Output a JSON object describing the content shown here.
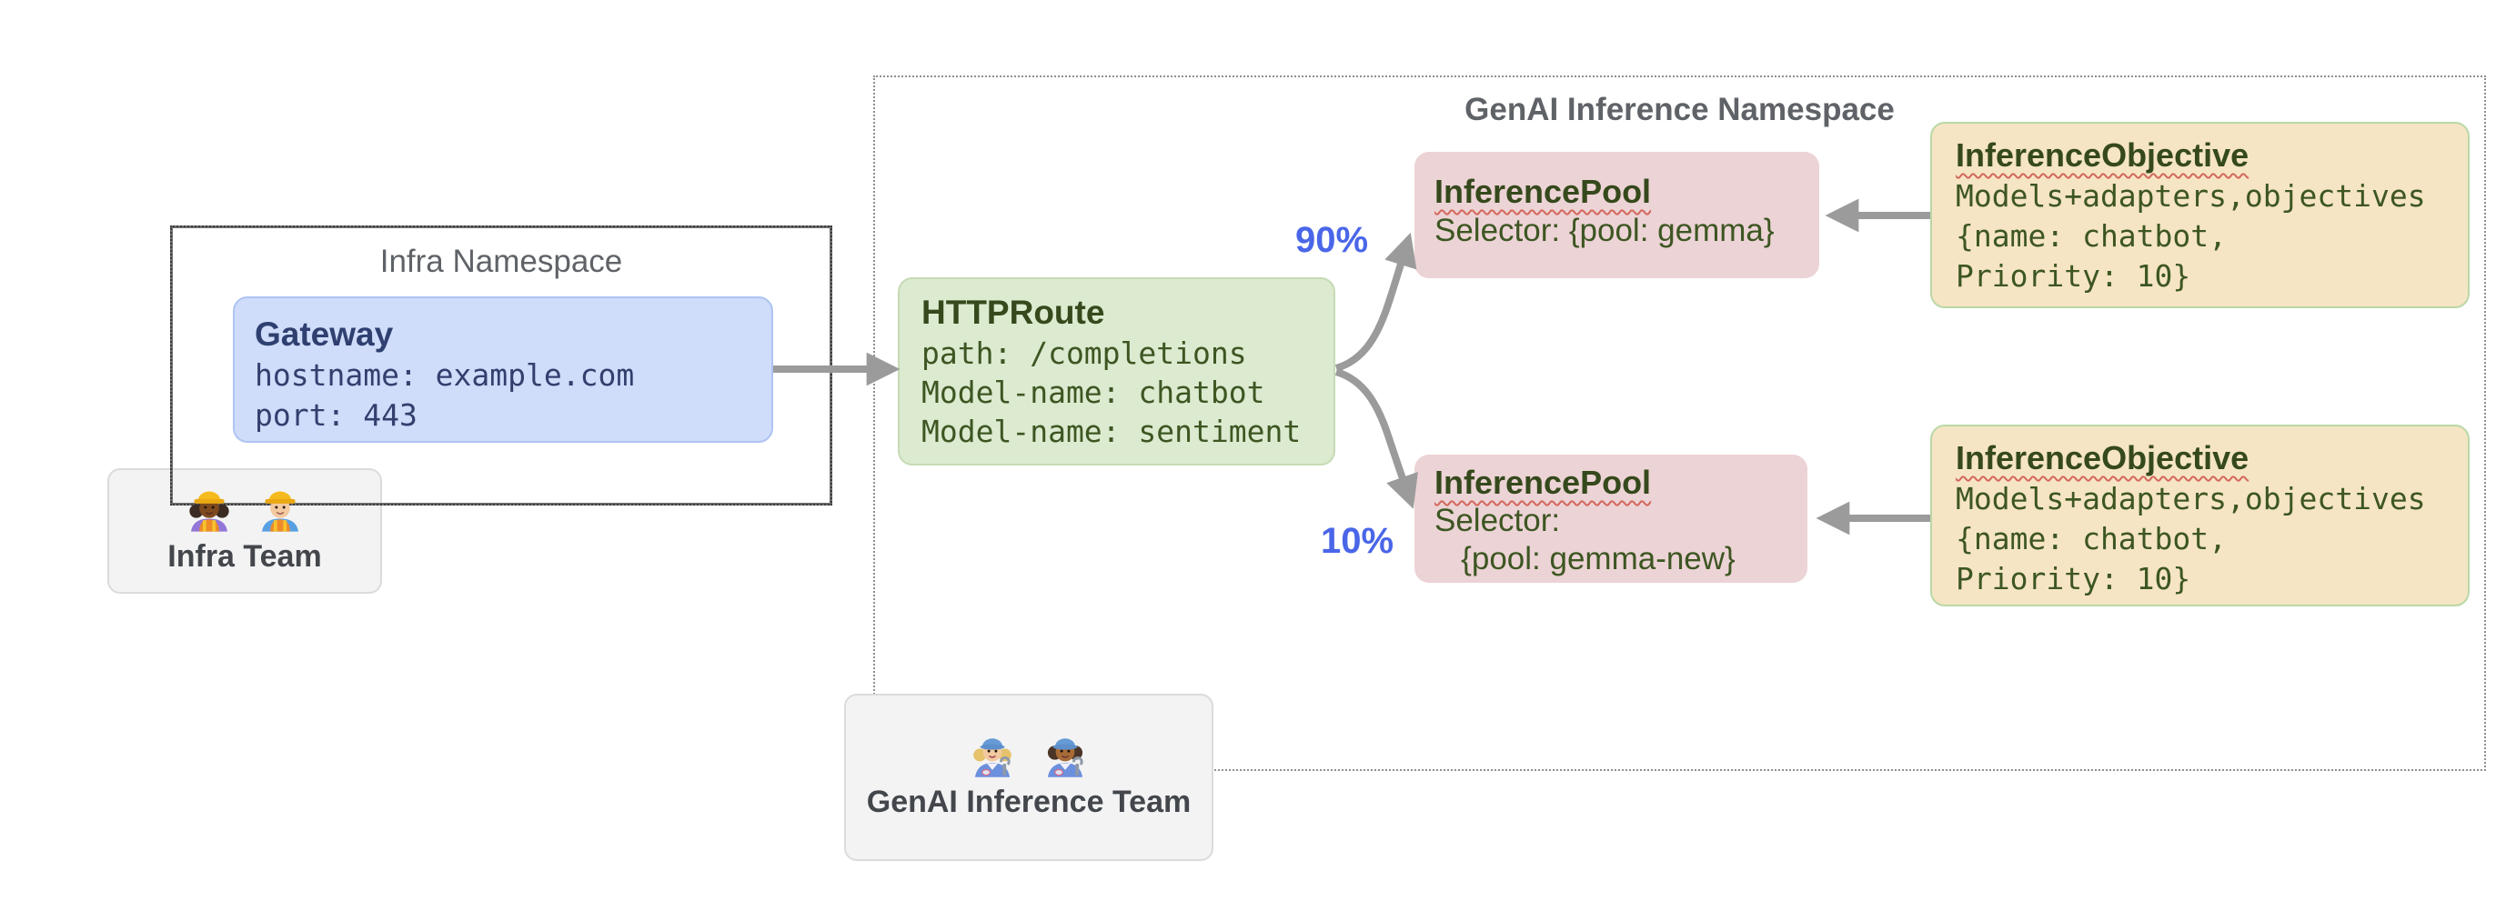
{
  "infra_namespace": {
    "title": "Infra Namespace",
    "gateway": {
      "title": "Gateway",
      "lines": [
        "hostname: example.com",
        "port: 443"
      ]
    }
  },
  "infra_team": {
    "label": "Infra Team",
    "icons": [
      "woman-construction-worker-dark-emoji",
      "man-construction-worker-light-emoji"
    ]
  },
  "genai_namespace": {
    "title": "GenAI Inference Namespace"
  },
  "httproute": {
    "title": "HTTPRoute",
    "lines": [
      "path: /completions",
      "Model-name: chatbot",
      "Model-name: sentiment"
    ]
  },
  "pools": [
    {
      "title": "InferencePool",
      "lines": [
        "Selector: {pool: gemma}"
      ]
    },
    {
      "title": "InferencePool",
      "lines": [
        "Selector:",
        "   {pool: gemma-new}"
      ]
    }
  ],
  "objectives": [
    {
      "title": "InferenceObjective",
      "lines": [
        "Models+adapters,objectives",
        "{name: chatbot,",
        "Priority: 10}"
      ]
    },
    {
      "title": "InferenceObjective",
      "lines": [
        "Models+adapters,objectives",
        "{name: chatbot,",
        "Priority: 10}"
      ]
    }
  ],
  "genai_team": {
    "label": "GenAI Inference Team",
    "icons": [
      "woman-mechanic-light-emoji",
      "man-mechanic-dark-emoji"
    ]
  },
  "edge_labels": {
    "to_pool_gemma": "90%",
    "to_pool_gemma_new": "10%"
  },
  "colors": {
    "gateway_fill": "#cfdcfa",
    "gateway_border": "#aec4f2",
    "gateway_text": "#2e3f70",
    "httproute_fill": "#dcead0",
    "httproute_border": "#c6dbb5",
    "pool_fill": "#ecd3d5",
    "objective_fill": "#f5e5c4",
    "objective_border": "#bad8a7",
    "green_text": "#3d5622",
    "namespace_border": "#8f8f8f",
    "arrow_gray": "#9b9b9b",
    "percent_blue": "#4a66e8",
    "squiggle_red": "#d4675c",
    "title_gray": "#5f6368"
  }
}
